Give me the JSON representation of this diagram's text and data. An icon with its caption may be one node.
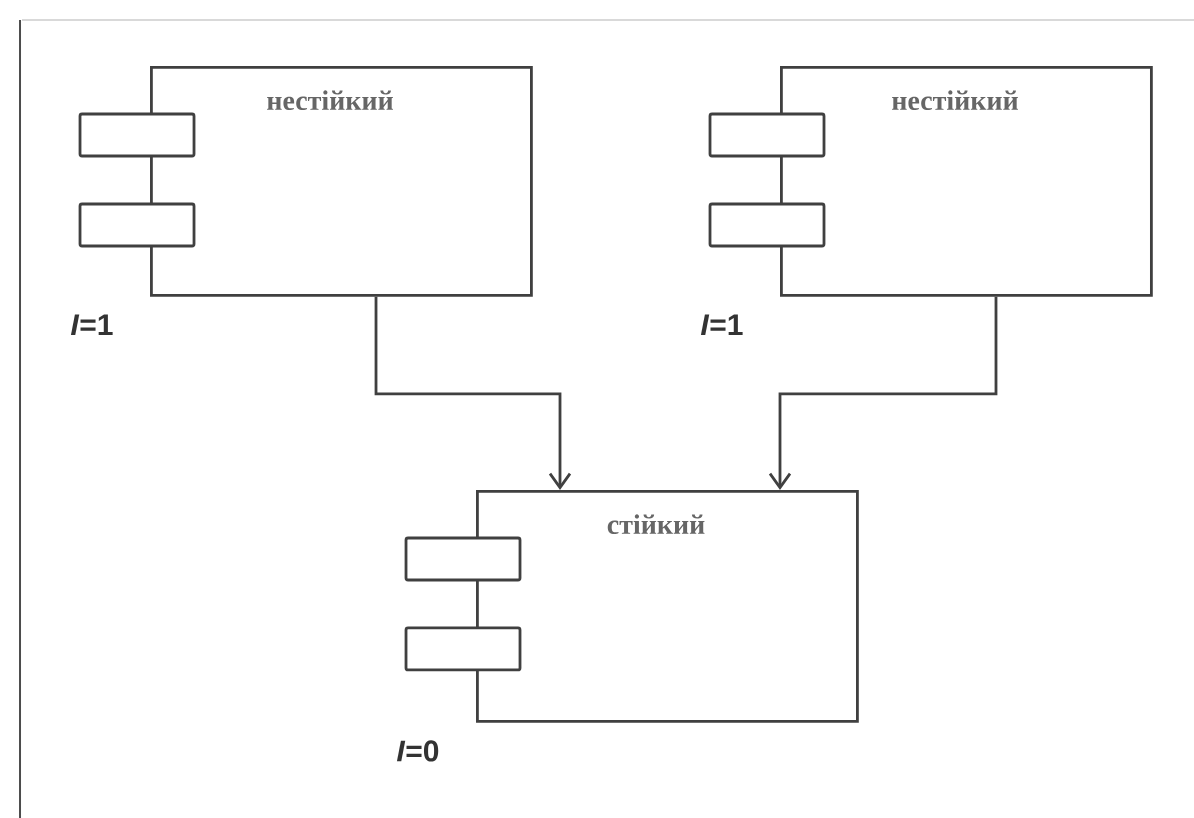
{
  "diagram": {
    "nodes": [
      {
        "text": [
          "нестійкий"
        ],
        "beside": [
          "*I*=1"
        ]
      },
      {
        "text": [
          "нестійкий"
        ],
        "beside": [
          "*I*=1"
        ]
      },
      {
        "text": [
          "стійкий"
        ],
        "beside": [
          "*I*=0"
        ]
      }
    ],
    "edges": [
      {
        "from": 0,
        "to": 2,
        "arrow": "to"
      },
      {
        "from": 1,
        "to": 2,
        "arrow": "to"
      }
    ]
  }
}
